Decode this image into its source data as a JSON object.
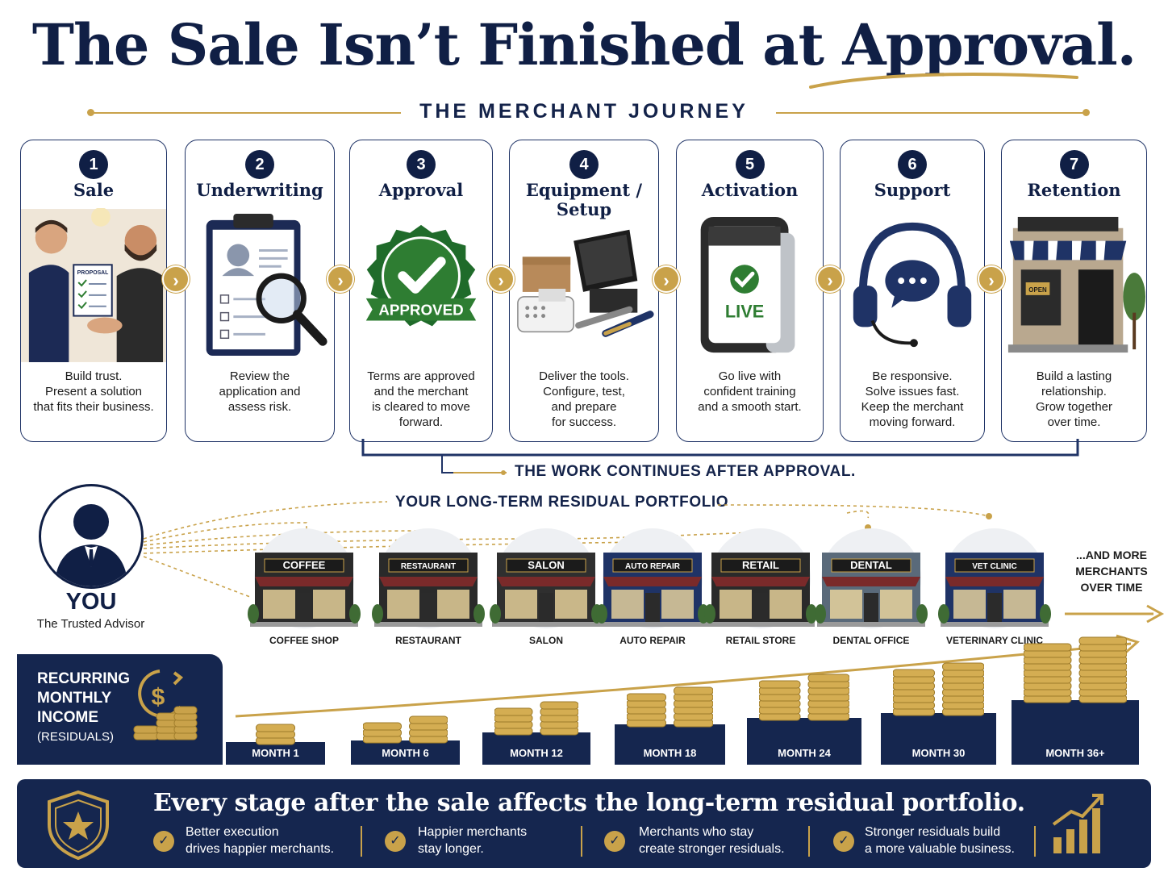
{
  "title": "The Sale Isn’t Finished at Approval.",
  "journey_heading": "THE MERCHANT JOURNEY",
  "stages": [
    {
      "num": "1",
      "title": "Sale",
      "desc": "Build trust.\nPresent a solution\nthat fits their business.",
      "prop_text": "PROPOSAL"
    },
    {
      "num": "2",
      "title": "Underwriting",
      "desc": "Review the\napplication and\nassess risk."
    },
    {
      "num": "3",
      "title": "Approval",
      "desc": "Terms are approved\nand the merchant\nis cleared to move\nforward.",
      "badge": "APPROVED"
    },
    {
      "num": "4",
      "title": "Equipment /\nSetup",
      "desc": "Deliver the tools.\nConfigure, test,\nand prepare\nfor success."
    },
    {
      "num": "5",
      "title": "Activation",
      "desc": "Go live with\nconfident training\nand a smooth start.",
      "screen": "LIVE"
    },
    {
      "num": "6",
      "title": "Support",
      "desc": "Be responsive.\nSolve issues fast.\nKeep the merchant\nmoving forward."
    },
    {
      "num": "7",
      "title": "Retention",
      "desc": "Build a lasting\nrelationship.\nGrow together\nover time.",
      "sign": "OPEN"
    }
  ],
  "continue_text": "THE WORK CONTINUES AFTER APPROVAL.",
  "portfolio_title": "YOUR LONG-TERM RESIDUAL PORTFOLIO",
  "advisor": {
    "you": "YOU",
    "label": "The Trusted Advisor"
  },
  "shops": [
    {
      "sign": "COFFEE",
      "label": "COFFEE SHOP",
      "color": "#2a2a2a"
    },
    {
      "sign": "RESTAURANT",
      "label": "RESTAURANT",
      "color": "#2a2a2a"
    },
    {
      "sign": "SALON",
      "label": "SALON",
      "color": "#2f2f2f"
    },
    {
      "sign": "AUTO REPAIR",
      "label": "AUTO REPAIR",
      "color": "#1f3366"
    },
    {
      "sign": "RETAIL",
      "label": "RETAIL STORE",
      "color": "#2a2a2a"
    },
    {
      "sign": "DENTAL",
      "label": "DENTAL OFFICE",
      "color": "#5a6a7a"
    },
    {
      "sign": "VET CLINIC",
      "label": "VETERINARY CLINIC",
      "color": "#1f3366"
    }
  ],
  "more_merchants": "...AND MORE\nMERCHANTS\nOVER TIME",
  "income": {
    "title": "RECURRING\nMONTHLY\nINCOME",
    "sub": "(RESIDUALS)"
  },
  "months": [
    {
      "label": "MONTH 1",
      "stacks": 1
    },
    {
      "label": "MONTH 6",
      "stacks": 2
    },
    {
      "label": "MONTH 12",
      "stacks": 2
    },
    {
      "label": "MONTH 18",
      "stacks": 2
    },
    {
      "label": "MONTH 24",
      "stacks": 2
    },
    {
      "label": "MONTH 30",
      "stacks": 2
    },
    {
      "label": "MONTH 36+",
      "stacks": 2
    }
  ],
  "footer": {
    "headline": "Every stage after the sale affects the long-term residual portfolio.",
    "items": [
      "Better execution\ndrives happier merchants.",
      "Happier merchants\nstay longer.",
      "Merchants who stay\ncreate stronger residuals.",
      "Stronger residuals build\na more valuable business."
    ]
  },
  "colors": {
    "navy": "#15264f",
    "gold": "#c9a24a",
    "green": "#2e7d32"
  }
}
